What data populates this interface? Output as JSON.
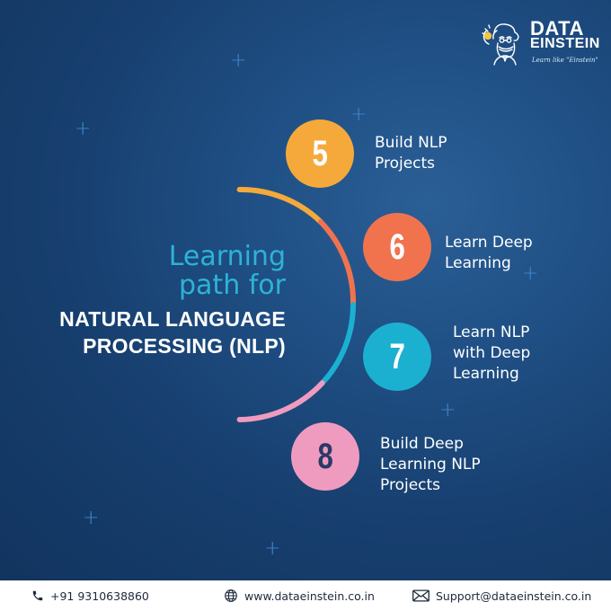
{
  "brand": {
    "name_line1": "DATA",
    "name_line2": "EINSTEIN",
    "tagline": "Learn like \"Einstein\"",
    "icon": "einstein-lightbulb-icon"
  },
  "title": {
    "line1": "Learning",
    "line2": "path for",
    "line3": "NATURAL LANGUAGE",
    "line4": "PROCESSING (NLP)"
  },
  "steps": [
    {
      "number": "5",
      "label": "Build NLP\nProjects",
      "color": "#f6a93b"
    },
    {
      "number": "6",
      "label": "Learn Deep\nLearning",
      "color": "#f1734e"
    },
    {
      "number": "7",
      "label": "Learn NLP\nwith Deep\nLearning",
      "color": "#1cb0d0"
    },
    {
      "number": "8",
      "label": "Build Deep\nLearning NLP\nProjects",
      "color": "#ef9bbf"
    }
  ],
  "footer": {
    "phone": "+91 9310638860",
    "website": "www.dataeinstein.co.in",
    "email": "Support@dataeinstein.co.in"
  },
  "colors": {
    "background": "#1d4a7c",
    "title_accent": "#2db3d6",
    "plus_marks": "#3f86c9"
  }
}
